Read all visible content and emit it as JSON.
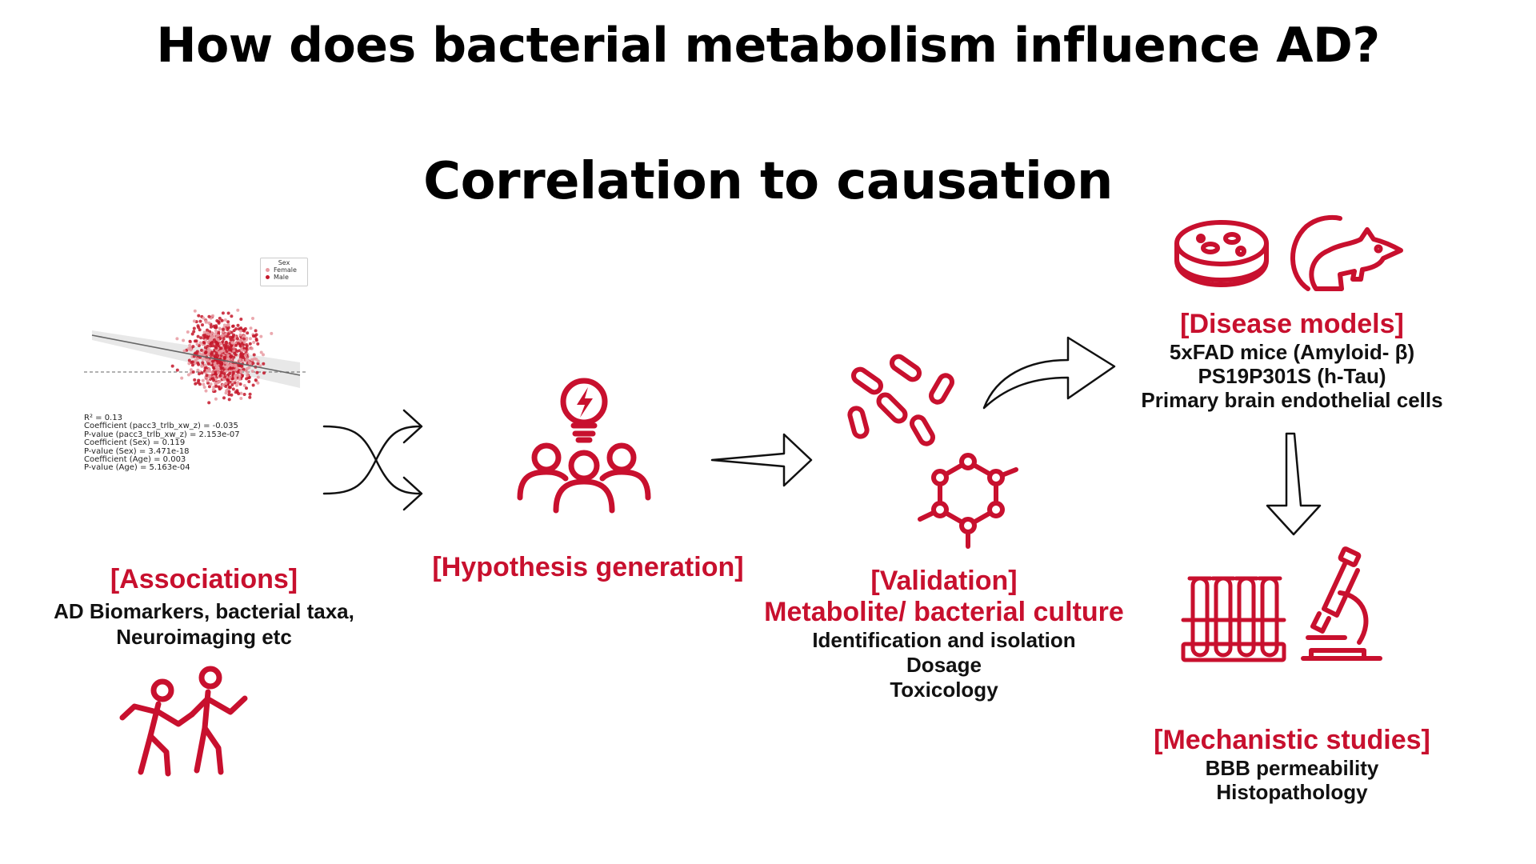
{
  "title": "How does bacterial metabolism influence AD?",
  "subtitle": "Correlation to causation",
  "colors": {
    "accent": "#c8102e",
    "text": "#111111",
    "female_point": "#e89aa1",
    "male_point": "#c4182a"
  },
  "scatter": {
    "legend_title": "Sex",
    "legend_items": [
      "Female",
      "Male"
    ],
    "stats": [
      "R² = 0.13",
      "Coefficient (pacc3_trlb_xw_z) = -0.035",
      "P-value (pacc3_trlb_xw_z) = 2.153e-07",
      "Coefficient (Sex) = 0.119",
      "P-value (Sex) = 3.471e-18",
      "Coefficient (Age) = 0.003",
      "P-value (Age) = 5.163e-04"
    ]
  },
  "associations": {
    "heading": "[Associations]",
    "line1": "AD Biomarkers, bacterial taxa,",
    "line2": "Neuroimaging etc",
    "icon": "people-dancing-icon"
  },
  "hypothesis": {
    "heading": "[Hypothesis generation]",
    "icon": "team-idea-icon"
  },
  "validation": {
    "heading": "[Validation]",
    "subheading": "Metabolite/ bacterial culture",
    "lines": [
      "Identification and isolation",
      "Dosage",
      "Toxicology"
    ],
    "icons": [
      "bacteria-icon",
      "molecule-icon"
    ]
  },
  "disease_models": {
    "heading": "[Disease models]",
    "lines": [
      "5xFAD mice (Amyloid- β)",
      "PS19P301S (h-Tau)",
      "Primary brain endothelial cells"
    ],
    "icons": [
      "petri-dish-icon",
      "mouse-icon"
    ]
  },
  "mechanistic": {
    "heading": "[Mechanistic studies]",
    "lines": [
      "BBB permeability",
      "Histopathology"
    ],
    "icons": [
      "test-tubes-icon",
      "microscope-icon"
    ]
  }
}
